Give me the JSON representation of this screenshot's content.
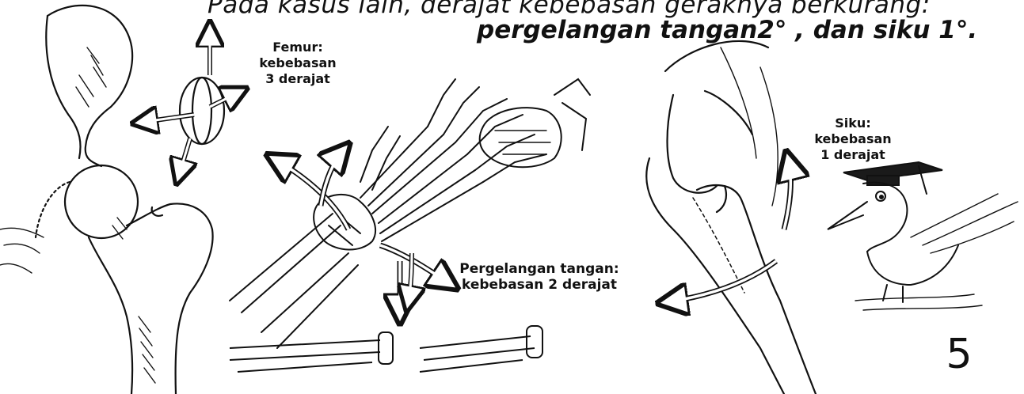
{
  "caption": {
    "line1": "Pada kasus lain, derajat kebebasan geraknya berkurang:",
    "line2": "pergelangan tangan2° , dan siku 1°."
  },
  "labels": {
    "femur": [
      "Femur:",
      "kebebasan",
      "3 derajat"
    ],
    "wrist": [
      "Pergelangan tangan:",
      "kebebasan 2 derajat"
    ],
    "elbow": [
      "Siku:",
      "kebebasan",
      "1 derajat"
    ]
  },
  "page_number": "5",
  "colors": {
    "ink": "#111111",
    "background": "#ffffff",
    "mortarboard": "#1a1a1a"
  },
  "icons": [
    "femur-bone-illustration",
    "wrist-hand-skeleton-illustration",
    "elbow-joint-illustration",
    "bird-with-mortarboard-illustration"
  ]
}
